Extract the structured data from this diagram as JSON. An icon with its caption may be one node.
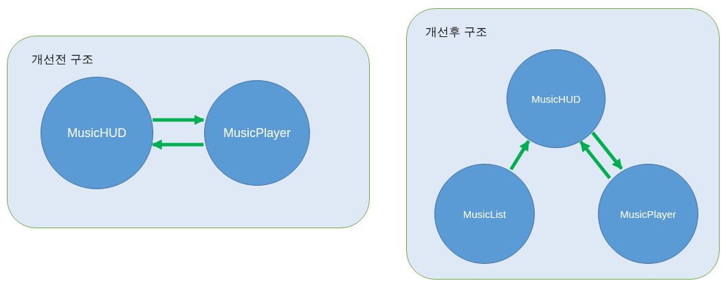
{
  "diagram": {
    "nodes": [
      {
        "text": [
          "개선전 구조"
        ]
      },
      {
        "text": [
          "MusicHUD"
        ],
        "in": 0
      },
      {
        "text": [
          "MusicPlayer"
        ],
        "in": 0
      },
      {
        "text": [
          "개선후 구조"
        ]
      },
      {
        "text": [
          "MusicHUD"
        ],
        "in": 3
      },
      {
        "text": [
          "MusicList"
        ],
        "in": 3
      },
      {
        "text": [
          "MusicPlayer"
        ],
        "in": 3
      }
    ],
    "edges": [
      {
        "from": 1,
        "to": 2,
        "arrow": "to"
      },
      {
        "from": 2,
        "to": 1,
        "arrow": "to"
      },
      {
        "from": 5,
        "to": 4,
        "arrow": "to"
      },
      {
        "from": 4,
        "to": 6,
        "arrow": "to"
      },
      {
        "from": 6,
        "to": 4,
        "arrow": "to"
      }
    ]
  }
}
